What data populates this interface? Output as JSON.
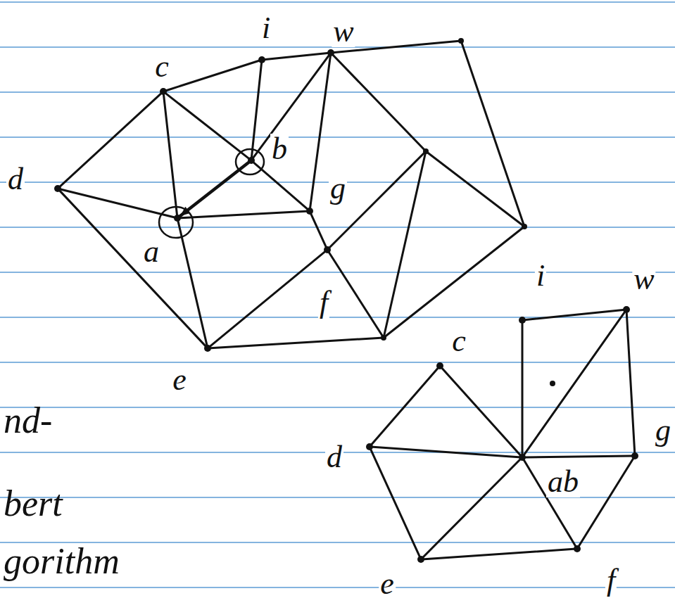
{
  "diagram": {
    "nodes": [
      {
        "text": [
          "i"
        ]
      },
      {
        "text": [
          "w"
        ]
      },
      {
        "text": [
          "c"
        ]
      },
      {
        "text": [
          "d"
        ]
      },
      {
        "text": [
          "b"
        ]
      },
      {
        "text": [
          "g"
        ]
      },
      {
        "text": [
          "a"
        ]
      },
      {
        "text": [
          "f"
        ]
      },
      {
        "text": [
          "e"
        ]
      },
      {
        "text": [
          "i"
        ]
      },
      {
        "text": [
          "w"
        ]
      },
      {
        "text": [
          "c"
        ]
      },
      {
        "text": [
          "d"
        ]
      },
      {
        "text": [
          "ab"
        ]
      },
      {
        "text": [
          "g"
        ]
      },
      {
        "text": [
          "e"
        ]
      },
      {
        "text": [
          "f"
        ]
      }
    ],
    "edges": [
      {
        "from": 2,
        "to": 0,
        "arrow": "none"
      },
      {
        "from": 2,
        "to": 3,
        "arrow": "none"
      },
      {
        "from": 2,
        "to": 6,
        "arrow": "none"
      },
      {
        "from": 2,
        "to": 4,
        "arrow": "none"
      },
      {
        "from": 3,
        "to": 6,
        "arrow": "none"
      },
      {
        "from": 3,
        "to": 8,
        "arrow": "none"
      },
      {
        "from": 4,
        "to": 6,
        "arrow": "to"
      },
      {
        "from": 6,
        "to": 5,
        "arrow": "none"
      },
      {
        "from": 6,
        "to": 8,
        "arrow": "none"
      },
      {
        "from": 0,
        "to": 4,
        "arrow": "none"
      },
      {
        "from": 1,
        "to": 4,
        "arrow": "none"
      },
      {
        "from": 1,
        "to": 5,
        "arrow": "none"
      },
      {
        "from": 1,
        "to": 0,
        "arrow": "none"
      },
      {
        "from": 4,
        "to": 5,
        "arrow": "none"
      },
      {
        "from": 8,
        "to": 7,
        "arrow": "none"
      },
      {
        "from": 5,
        "to": 7,
        "arrow": "none"
      },
      {
        "from": 11,
        "to": 13,
        "arrow": "none"
      },
      {
        "from": 12,
        "to": 11,
        "arrow": "none"
      },
      {
        "from": 12,
        "to": 13,
        "arrow": "none"
      },
      {
        "from": 12,
        "to": 15,
        "arrow": "none"
      },
      {
        "from": 15,
        "to": 13,
        "arrow": "none"
      },
      {
        "from": 15,
        "to": 16,
        "arrow": "none"
      },
      {
        "from": 16,
        "to": 13,
        "arrow": "none"
      },
      {
        "from": 16,
        "to": 14,
        "arrow": "none"
      },
      {
        "from": 13,
        "to": 14,
        "arrow": "none"
      },
      {
        "from": 9,
        "to": 13,
        "arrow": "none"
      },
      {
        "from": 9,
        "to": 10,
        "arrow": "none"
      },
      {
        "from": 10,
        "to": 13,
        "arrow": "none"
      },
      {
        "from": 10,
        "to": 14,
        "arrow": "none"
      }
    ],
    "labels": [
      "nd-",
      "bert",
      "gorithm"
    ]
  }
}
